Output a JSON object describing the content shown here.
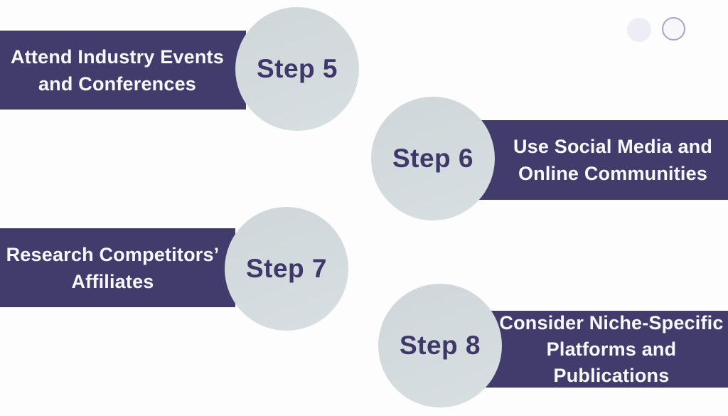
{
  "background_color": "#fdfdfe",
  "colors": {
    "banner": "#423c6c",
    "banner_text": "#f8f8fb",
    "circle": "#d3dadd",
    "step_number_text": "#3e3869",
    "dot_filled": "#ededf7",
    "dot_outline_border": "#a9a3cc",
    "dot_outline_fill": "#f7f6fb"
  },
  "steps": [
    {
      "number": "Step 5",
      "label": "Attend Industry Events and Conferences",
      "lines": [
        "Attend Industry Events",
        "and Conferences"
      ],
      "layout": "banner-left-circle-right"
    },
    {
      "number": "Step 6",
      "label": "Use Social Media and Online Communities",
      "lines": [
        "Use Social Media and",
        "Online Communities"
      ],
      "layout": "circle-left-banner-right"
    },
    {
      "number": "Step 7",
      "label": "Research Competitors’ Affiliates",
      "lines": [
        "Research Competitors’",
        "Affiliates"
      ],
      "layout": "banner-left-circle-right"
    },
    {
      "number": "Step 8",
      "label": "Consider Niche-Specific Platforms and Publications",
      "lines": [
        "Consider Niche-Specific",
        "Platforms and",
        "Publications"
      ],
      "layout": "circle-left-banner-right"
    }
  ],
  "pagination": {
    "dot_count": 2,
    "dots": [
      {
        "style": "filled"
      },
      {
        "style": "outline"
      }
    ]
  }
}
